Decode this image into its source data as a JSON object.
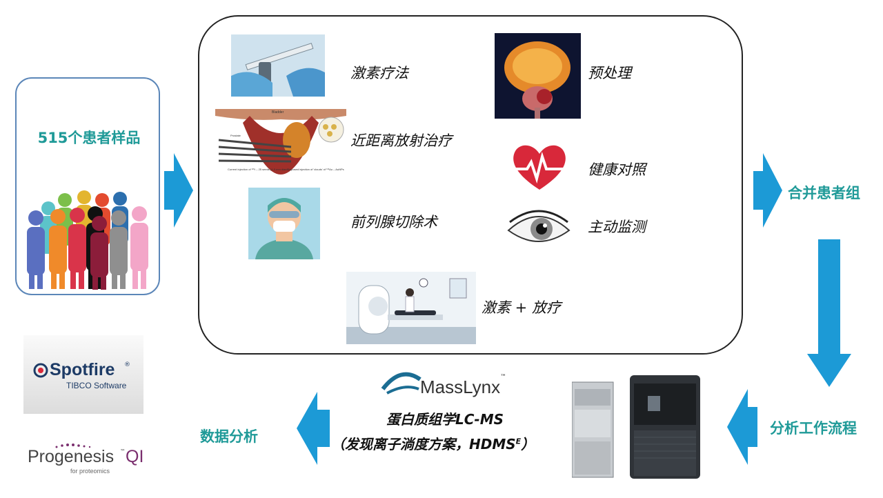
{
  "patients": {
    "label": "515个患者样品"
  },
  "treatments": [
    {
      "id": "hormone",
      "label": "激素疗法"
    },
    {
      "id": "brachy",
      "label": "近距离放射治疗"
    },
    {
      "id": "prostatectomy",
      "label": "前列腺切除术"
    },
    {
      "id": "pretreat",
      "label": "预处理"
    },
    {
      "id": "healthy",
      "label": "健康对照"
    },
    {
      "id": "surveillance",
      "label": "主动监测"
    },
    {
      "id": "hormone-radio",
      "label": "激素 + 放疗"
    }
  ],
  "brachy_image_text": {
    "bladder": "Bladder",
    "prostate": "Prostate",
    "note_left": "Current injection of ¹²⁵I – 25 seeds (4-5 mm diam.)",
    "note_right": "Proposed injection of 'clouds' of ¹³¹Au – AuNPs"
  },
  "flow": {
    "merge": "合并患者组",
    "workflow": "分析工作流程",
    "analysis": "数据分析"
  },
  "masslynx": {
    "brand": "MassLynx",
    "tm": "™",
    "line1": "蛋白质组学LC-MS",
    "line2_prefix": "（发现离子淌度方案，HDMS",
    "line2_sup": "E",
    "line2_suffix": "）"
  },
  "software": {
    "spotfire_name": "Spotfire",
    "spotfire_reg": "®",
    "spotfire_sub": "TIBCO Software",
    "progenesis_name": "Progenesis",
    "progenesis_tm": "™",
    "progenesis_suffix": "QI",
    "progenesis_sub": "for proteomics"
  },
  "colors": {
    "accent_teal": "#1f9a98",
    "arrow_blue": "#1c9ad6",
    "box_border_blue": "#5b86b8"
  }
}
